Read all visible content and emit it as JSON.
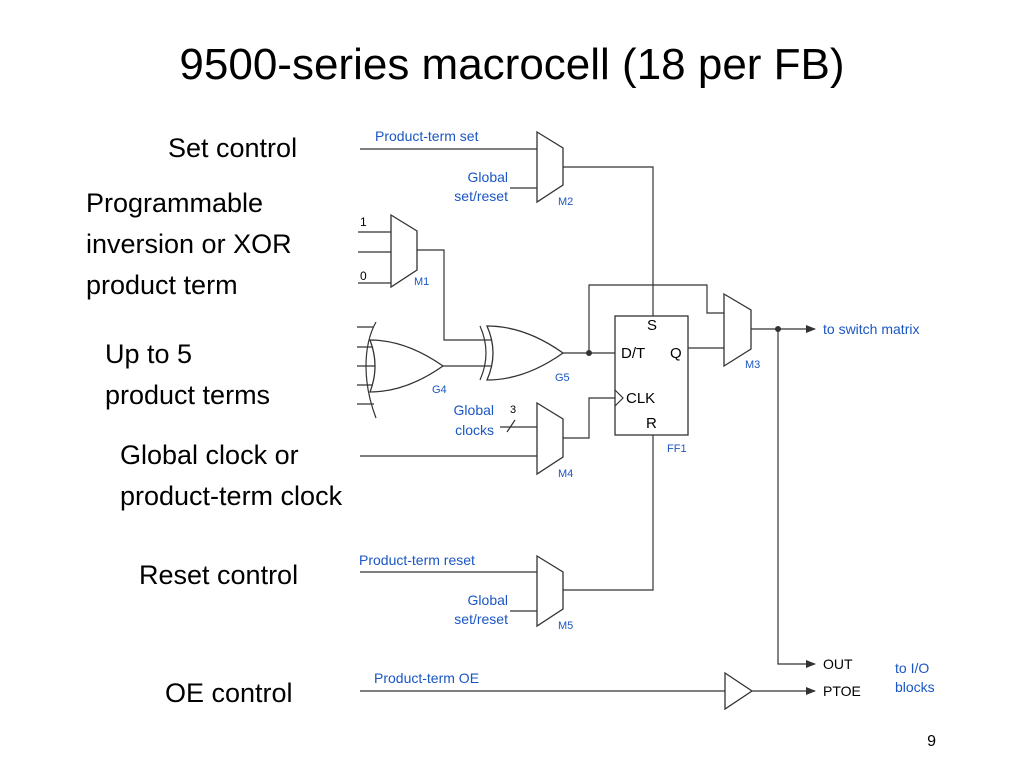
{
  "title": "9500-series macrocell (18 per FB)",
  "page_number": "9",
  "labels": {
    "set_control": "Set control",
    "prog_inv_1": "Programmable",
    "prog_inv_2": "inversion or XOR",
    "prog_inv_3": "product term",
    "up_to_5_1": "Up to 5",
    "up_to_5_2": "product terms",
    "gclk_1": "Global clock or",
    "gclk_2": "product-term clock",
    "reset_control": "Reset control",
    "oe_control": "OE control"
  },
  "signals": {
    "pt_set": "Product-term set",
    "global_sr_1_a": "Global",
    "global_sr_1_b": "set/reset",
    "global_clocks_a": "Global",
    "global_clocks_b": "clocks",
    "clk_bus_width": "3",
    "pt_reset": "Product-term reset",
    "global_sr_2_a": "Global",
    "global_sr_2_b": "set/reset",
    "pt_oe": "Product-term OE",
    "mux_in_1": "1",
    "mux_in_0": "0",
    "to_switch_matrix": "to switch matrix",
    "out": "OUT",
    "ptoe": "PTOE",
    "to_io_a": "to I/O",
    "to_io_b": "blocks"
  },
  "components": {
    "m1": "M1",
    "m2": "M2",
    "m3": "M3",
    "m4": "M4",
    "m5": "M5",
    "g4": "G4",
    "g5": "G5",
    "ff1": "FF1",
    "ff_s": "S",
    "ff_dt": "D/T",
    "ff_q": "Q",
    "ff_clk": "CLK",
    "ff_r": "R"
  }
}
